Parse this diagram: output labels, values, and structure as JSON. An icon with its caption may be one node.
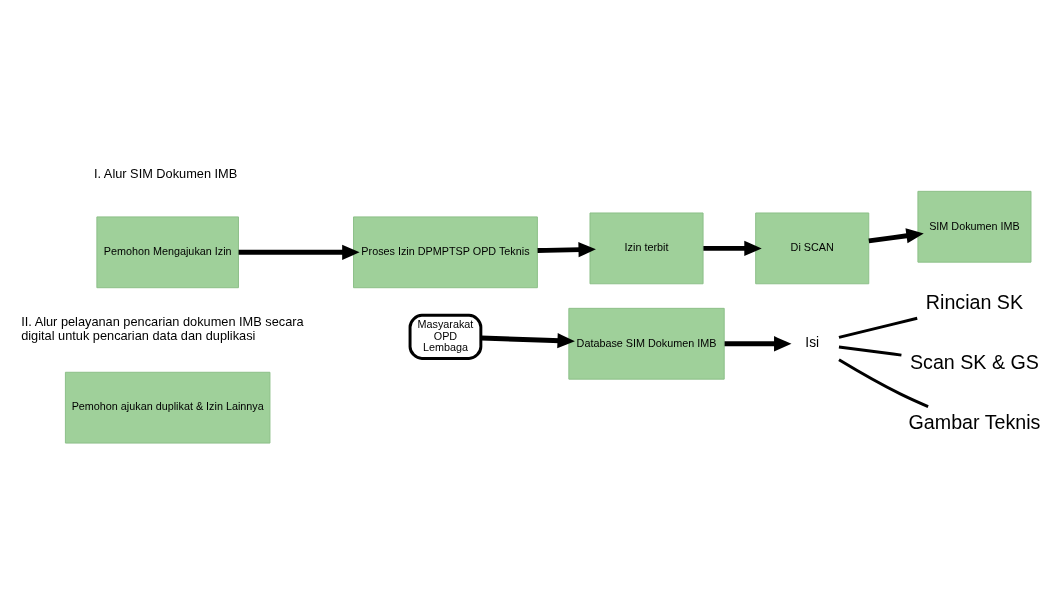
{
  "diagram": {
    "nodes": [
      {
        "text": [
          "Pemohon Mengajukan Izin"
        ]
      },
      {
        "text": [
          "Proses Izin DPMPTSP OPD Teknis"
        ]
      },
      {
        "text": [
          "Izin terbit"
        ]
      },
      {
        "text": [
          "Di SCAN"
        ]
      },
      {
        "text": [
          "SIM Dokumen IMB"
        ]
      },
      {
        "text": [
          "Pemohon ajukan duplikat & Izin Lainnya"
        ]
      },
      {
        "text": [
          "Masyarakat",
          "OPD",
          "Lembaga"
        ]
      },
      {
        "text": [
          "Database SIM Dokumen IMB"
        ]
      },
      {
        "text": [
          "Isi"
        ]
      },
      {
        "text": [
          "Rincian SK"
        ]
      },
      {
        "text": [
          "Scan SK & GS"
        ]
      },
      {
        "text": [
          "Gambar Teknis"
        ]
      }
    ],
    "edges": [
      {
        "from": 0,
        "to": 1,
        "arrow": "to"
      },
      {
        "from": 1,
        "to": 2,
        "arrow": "to"
      },
      {
        "from": 2,
        "to": 3,
        "arrow": "to"
      },
      {
        "from": 3,
        "to": 4,
        "arrow": "to"
      },
      {
        "from": 6,
        "to": 7,
        "arrow": "to"
      },
      {
        "from": 7,
        "to": 8,
        "arrow": "to"
      },
      {
        "from": 8,
        "to": 9,
        "arrow": "none"
      },
      {
        "from": 8,
        "to": 10,
        "arrow": "none"
      },
      {
        "from": 8,
        "to": 11,
        "arrow": "none"
      }
    ],
    "labels": [
      "I. Alur SIM Dokumen IMB",
      "II. Alur pelayanan pencarian dokumen IMB secara digital untuk pencarian data dan duplikasi"
    ]
  }
}
